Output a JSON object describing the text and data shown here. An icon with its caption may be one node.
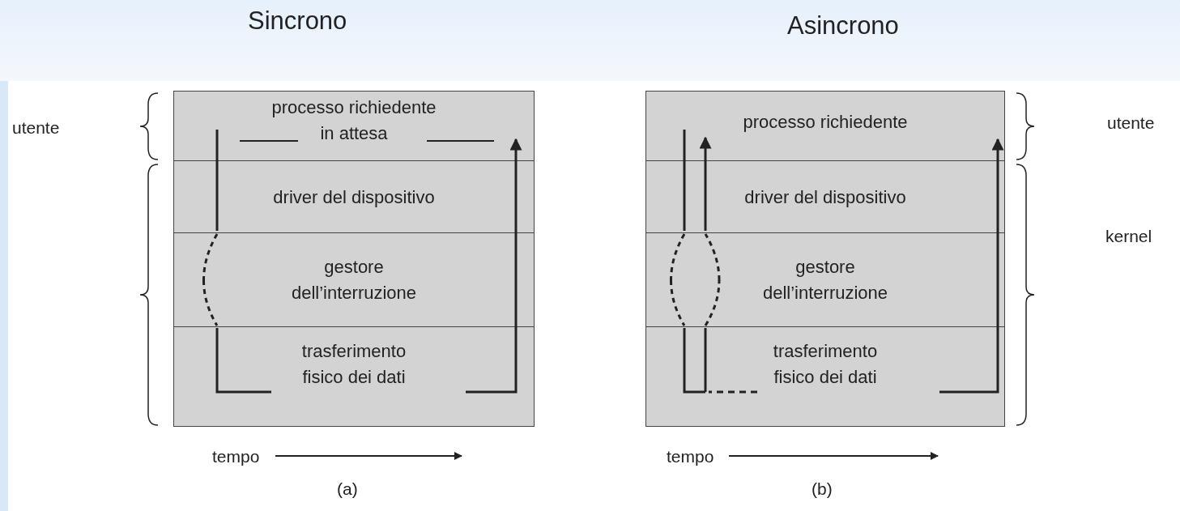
{
  "diagram": {
    "nodes": [
      {
        "text": [
          "processo richiedente in attesa"
        ]
      },
      {
        "text": [
          "driver del dispositivo"
        ]
      },
      {
        "text": [
          "gestore dell’interruzione"
        ]
      },
      {
        "text": [
          "trasferimento fisico dei dati"
        ]
      },
      {
        "text": [
          "processo richiedente"
        ]
      },
      {
        "text": [
          "driver del dispositivo"
        ]
      },
      {
        "text": [
          "gestore dell’interruzione"
        ]
      },
      {
        "text": [
          "trasferimento fisico dei dati"
        ]
      }
    ],
    "edges": [
      {
        "from": 0,
        "to": 1,
        "arrow": "none"
      },
      {
        "from": 1,
        "to": 2,
        "arrow": "none",
        "style": "dashed"
      },
      {
        "from": 2,
        "to": 3,
        "arrow": "none"
      },
      {
        "from": 3,
        "to": 2,
        "arrow": "none"
      },
      {
        "from": 2,
        "to": 1,
        "arrow": "none"
      },
      {
        "from": 1,
        "to": 0,
        "arrow": "to"
      },
      {
        "from": 4,
        "to": 5,
        "arrow": "none"
      },
      {
        "from": 5,
        "to": 6,
        "arrow": "none",
        "style": "dashed"
      },
      {
        "from": 6,
        "to": 7,
        "arrow": "none"
      },
      {
        "from": 7,
        "to": 6,
        "arrow": "none"
      },
      {
        "from": 6,
        "to": 5,
        "arrow": "none",
        "style": "dashed"
      },
      {
        "from": 5,
        "to": 4,
        "arrow": "to"
      },
      {
        "from": 7,
        "to": 6,
        "arrow": "none"
      },
      {
        "from": 6,
        "to": 5,
        "arrow": "none"
      },
      {
        "from": 5,
        "to": 4,
        "arrow": "to"
      }
    ],
    "labels": [
      "Sincrono",
      "Asincrono",
      "utente",
      "utente",
      "kernel",
      "tempo",
      "tempo",
      "(a)",
      "(b)"
    ]
  }
}
